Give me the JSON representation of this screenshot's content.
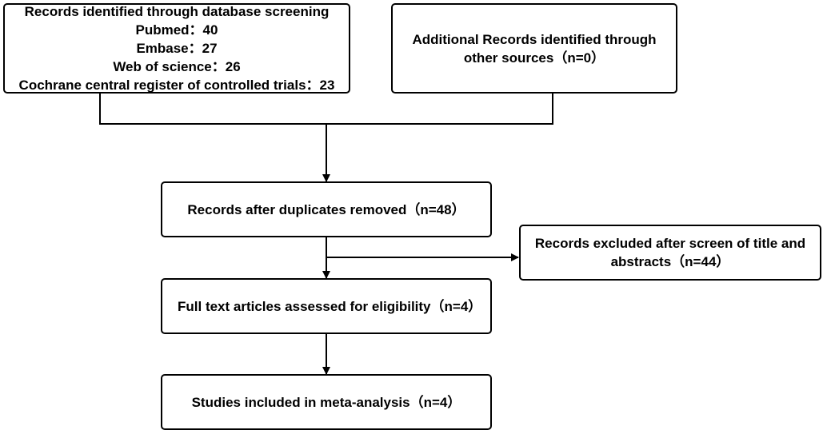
{
  "flowchart": {
    "identification": {
      "database": {
        "title": "Records identified through database screening",
        "lines": [
          "Pubmed：40",
          "Embase：27",
          "Web of science：26",
          "Cochrane central register of controlled trials：23"
        ]
      },
      "other_sources": {
        "line1": "Additional Records identified through",
        "line2": "other sources（n=0）"
      }
    },
    "duplicates_removed": "Records after duplicates removed（n=48）",
    "excluded": {
      "line1": "Records excluded after screen of title and",
      "line2": "abstracts（n=44）"
    },
    "full_text": "Full text articles assessed for eligibility（n=4）",
    "included": "Studies included in meta-analysis（n=4）"
  }
}
